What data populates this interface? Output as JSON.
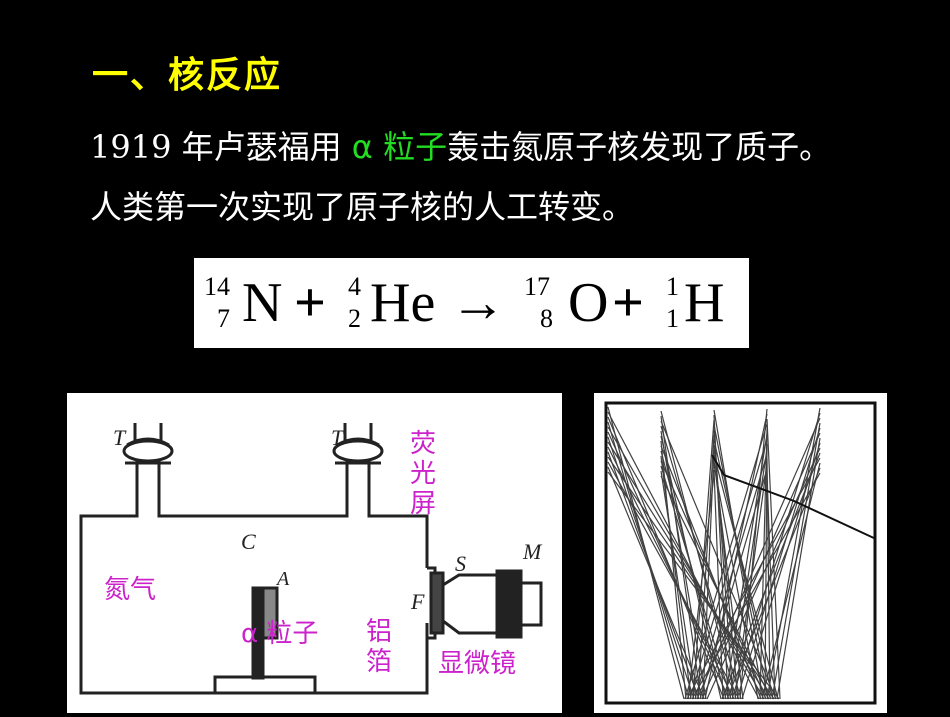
{
  "title": "一、核反应",
  "line1": {
    "year": "1919",
    "before": " 年卢瑟福用 ",
    "alpha": "α 粒子",
    "after": "轰击氮原子核发现了质子。"
  },
  "line2": "人类第一次实现了原子核的人工转变。",
  "equation": {
    "n_mass": "14",
    "n_atomic": "7",
    "n_symbol": "N",
    "plus1": "+",
    "he_mass": "4",
    "he_atomic": "2",
    "he_symbol": "He",
    "arrow": "→",
    "o_mass": "17",
    "o_atomic": "8",
    "o_symbol": "O",
    "plus2": "+",
    "h_mass": "1",
    "h_atomic": "1",
    "h_symbol": "H"
  },
  "diagram": {
    "letters": {
      "t1": "T",
      "t2": "T",
      "c": "C",
      "a": "A",
      "s": "S",
      "m": "M",
      "f": "F"
    },
    "labels": {
      "nitrogen": "氮气",
      "alpha": "α 粒子",
      "foil": [
        "铝",
        "箔"
      ],
      "screen": [
        "荧",
        "光",
        "屏"
      ],
      "microscope": "显微镜"
    },
    "label_color": "#cc22cc"
  }
}
